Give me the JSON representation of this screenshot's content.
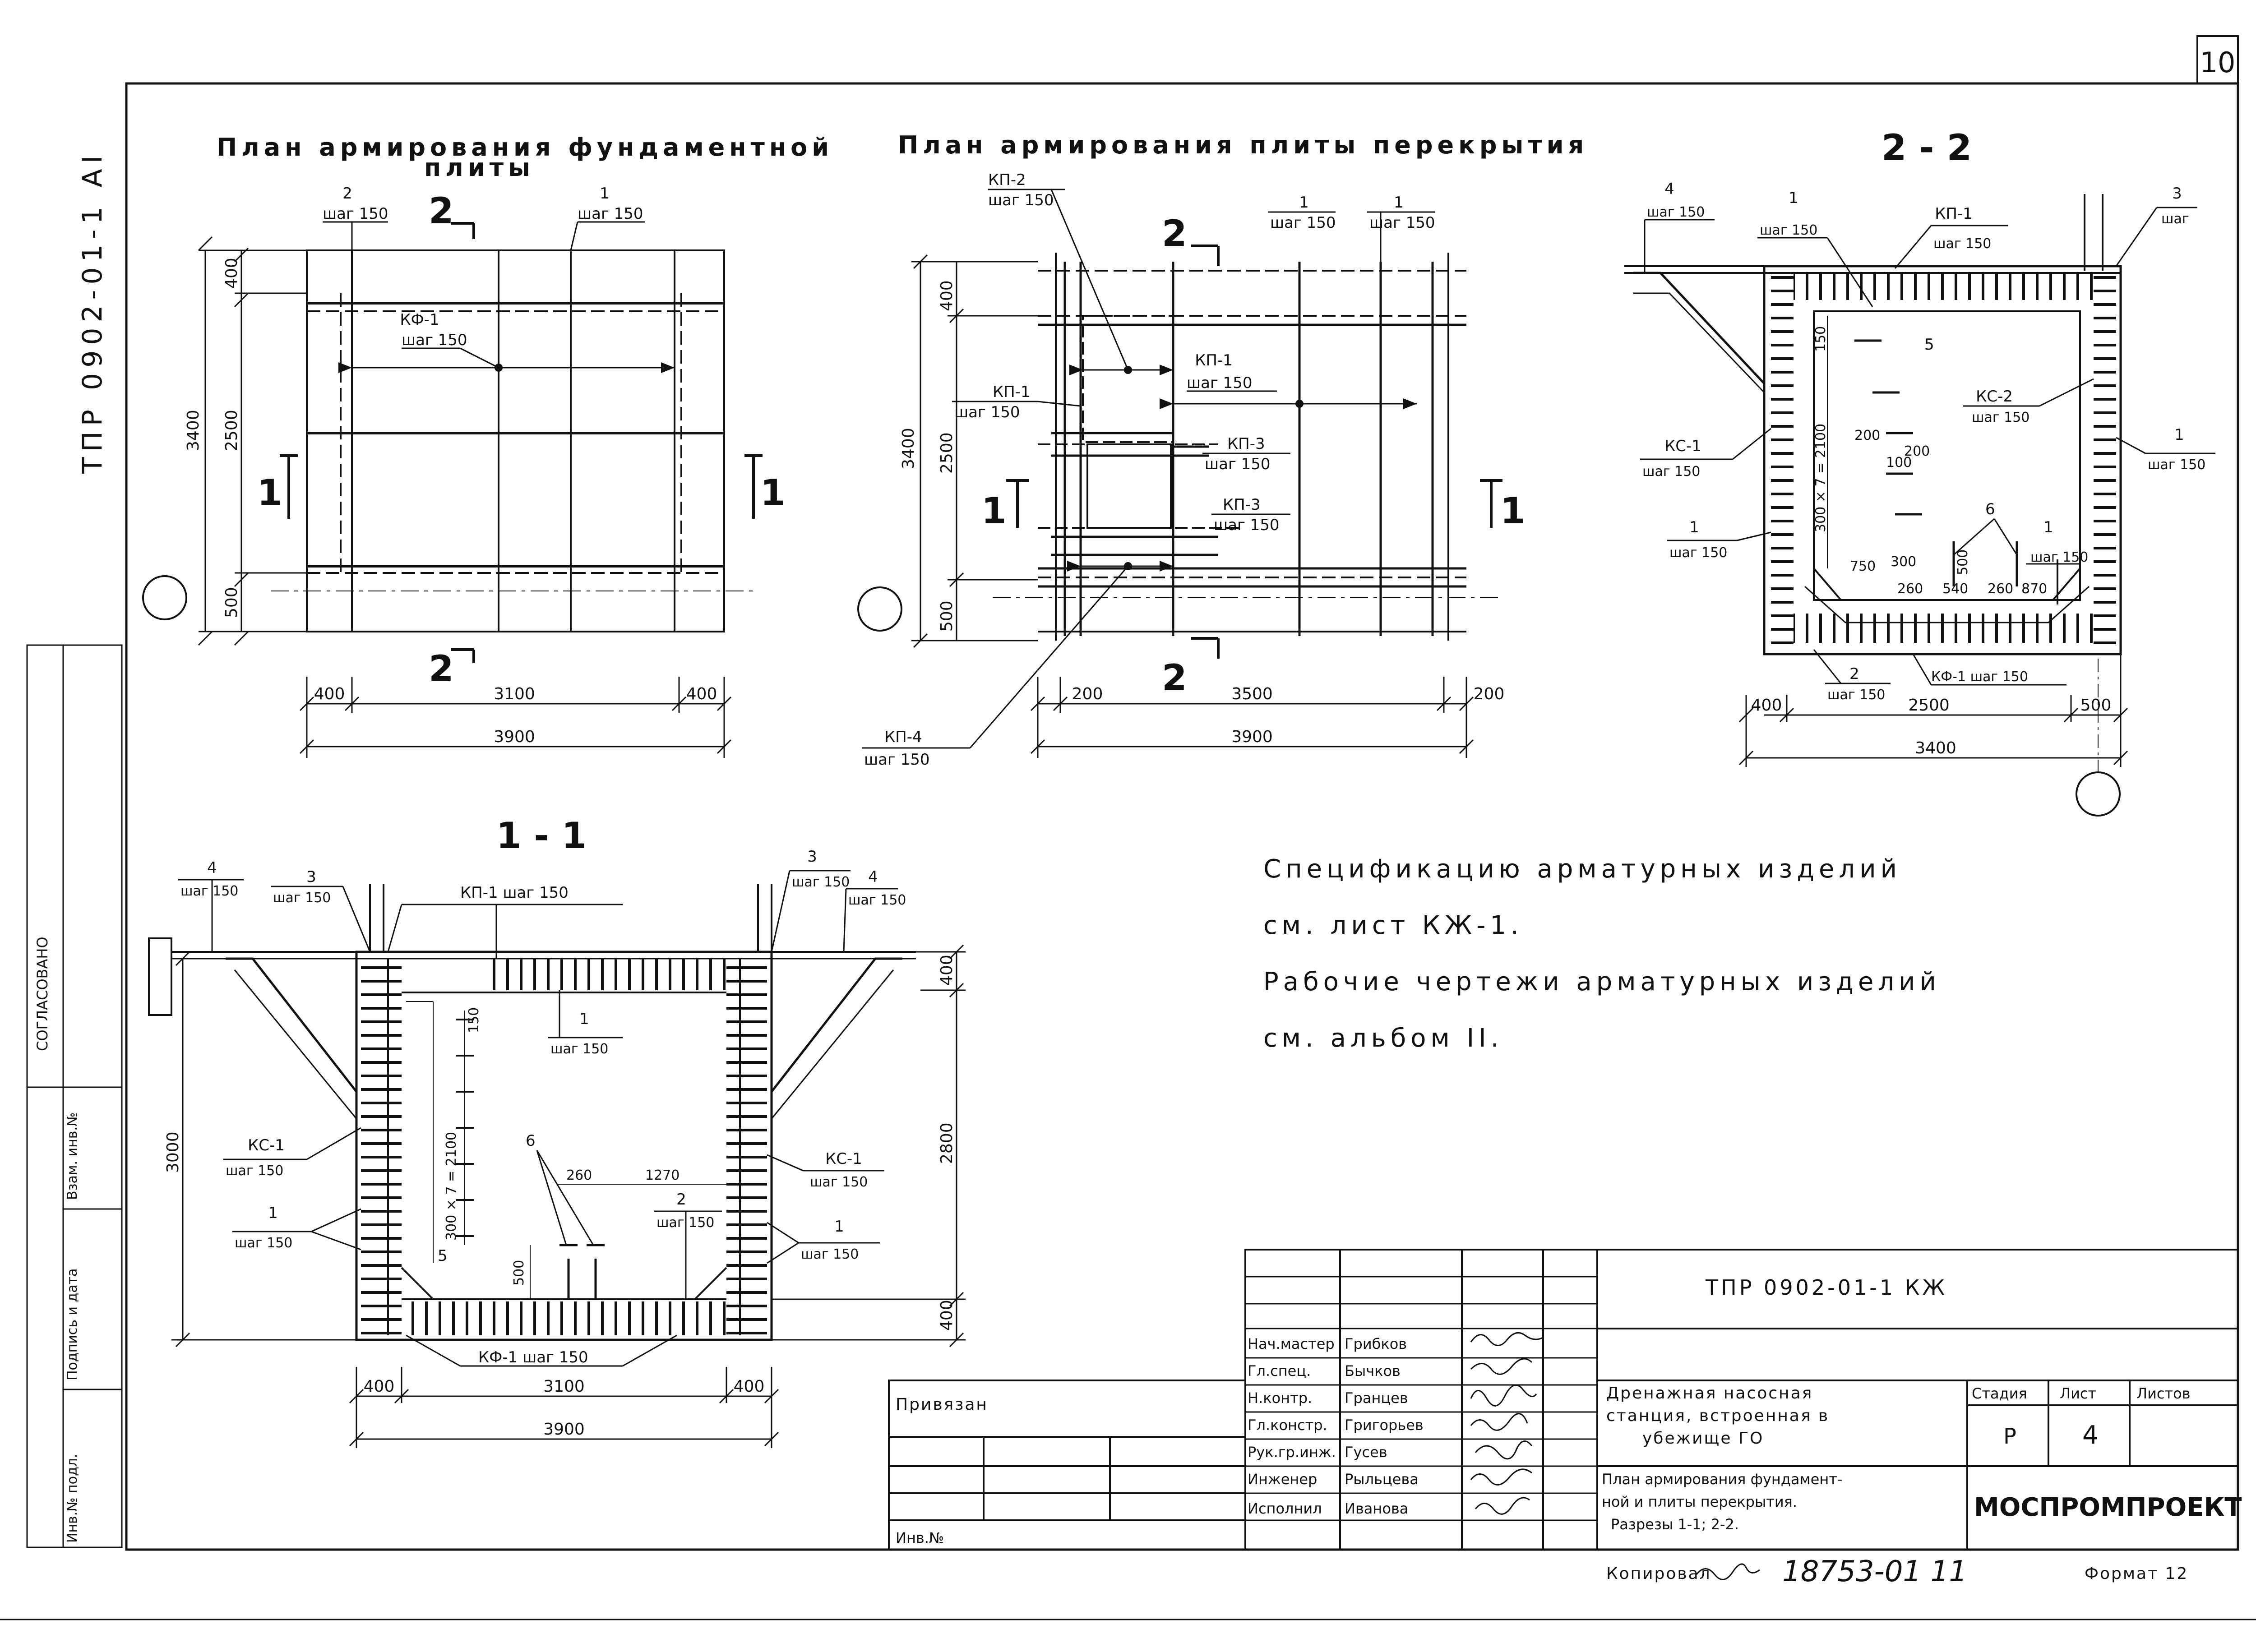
{
  "sheet_number": "10",
  "margin_code": "ТПР 0902-01-1 АI",
  "side_stamp": {
    "agreed": "СОГЛАСОВАНО",
    "col1": "Инв.№ подл.",
    "col2": "Подпись и дата",
    "col3": "Взам. инв.№"
  },
  "plans": {
    "foundation": {
      "title_line1": "План армирования фундаментной",
      "title_line2": "плиты",
      "labels": {
        "b2_num": "2",
        "b2_step": "шаг 150",
        "b1_num": "1",
        "b1_step": "шаг 150",
        "kf_name": "КФ-1",
        "kf_step": "шаг 150",
        "cut2": "2",
        "cut1": "1"
      },
      "dims": {
        "h_total": "3400",
        "h_top": "400",
        "h_mid": "2500",
        "h_bot": "500",
        "w_left": "400",
        "w_mid": "3100",
        "w_right": "400",
        "w_total": "3900"
      }
    },
    "slab": {
      "title": "План армирования плиты перекрытия",
      "labels": {
        "kp2_name": "КП-2",
        "kp2_step": "шаг 150",
        "b1a_num": "1",
        "b1a_step": "шаг 150",
        "b1b_num": "1",
        "b1b_step": "шаг 150",
        "kp1a_name": "КП-1",
        "kp1a_step": "шаг 150",
        "kp1b_name": "КП-1",
        "kp1b_step": "шаг 150",
        "kp3a_name": "КП-3",
        "kp3a_step": "шаг 150",
        "kp3b_name": "КП-3",
        "kp3b_step": "шаг 150",
        "kp4_name": "КП-4",
        "kp4_step": "шаг 150",
        "cut2": "2",
        "cut1": "1"
      },
      "dims": {
        "h_total": "3400",
        "h_top": "400",
        "h_mid": "2500",
        "h_bot": "500",
        "w_left": "200",
        "w_mid": "3500",
        "w_right": "200",
        "w_total": "3900"
      }
    }
  },
  "section_22": {
    "title": "2 - 2",
    "labels": {
      "b4_num": "4",
      "b4_step": "шаг 150",
      "b1a_num": "1",
      "b1a_step": "шаг 150",
      "kp1_name": "КП-1",
      "kp1_step": "шаг 150",
      "b3_num": "3",
      "b3_step": "шаг",
      "b5": "5",
      "kc2_name": "КС-2",
      "kc2_step": "шаг 150",
      "kc1_name": "КС-1",
      "kc1_step": "шаг 150",
      "b1b_num": "1",
      "b1b_step": "шаг 150",
      "b1c_num": "1",
      "b1c_step": "шаг 150",
      "b6": "6",
      "b1d_num": "1",
      "b1d_step": "шаг 150",
      "b2_num": "2",
      "b2_step": "шаг 150",
      "kf1": "КФ-1 шаг 150",
      "d150": "150",
      "d300x7": "300 × 7 = 2100",
      "d200a": "200",
      "d200b": "200",
      "d100": "100",
      "d750": "750",
      "d300": "300",
      "d500": "500",
      "d260a": "260",
      "d540": "540",
      "d260b": "260",
      "d870": "870"
    },
    "dims": {
      "w_left": "400",
      "w_mid": "2500",
      "w_right": "500",
      "w_total": "3400"
    }
  },
  "section_11": {
    "title": "1 - 1",
    "labels": {
      "b4l_num": "4",
      "b4l_step": "шаг 150",
      "b3l_num": "3",
      "b3l_step": "шаг 150",
      "kp1": "КП-1    шаг 150",
      "b3r_num": "3",
      "b3r_step": "шаг 150",
      "b4r_num": "4",
      "b4r_step": "шаг 150",
      "b1top_num": "1",
      "b1top_step": "шаг 150",
      "kc1l_name": "КС-1",
      "kc1l_step": "шаг 150",
      "kc1r_name": "КС-1",
      "kc1r_step": "шаг 150",
      "b1l_num": "1",
      "b1l_step": "шаг 150",
      "b1r_num": "1",
      "b1r_step": "шаг 150",
      "b6": "6",
      "b5": "5",
      "b2_num": "2",
      "b2_step": "шаг 150",
      "kf1": "КФ-1  шаг 150",
      "d150": "150",
      "d300x7": "300 × 7 = 2100",
      "d260": "260",
      "d1270": "1270",
      "d500": "500"
    },
    "dims": {
      "h_left": "3000",
      "h_r_top": "400",
      "h_r_mid": "2800",
      "h_r_bot": "400",
      "w_left": "400",
      "w_mid": "3100",
      "w_right": "400",
      "w_total": "3900"
    }
  },
  "notes": [
    "Спецификацию арматурных изделий",
    "см. лист КЖ-1.",
    "Рабочие чертежи арматурных изделий",
    "см. альбом II."
  ],
  "title_block": {
    "code": "ТПР 0902-01-1     КЖ",
    "privyazan": "Привязан",
    "inv": "Инв.№",
    "roles": [
      "Нач.мастер",
      "Гл.спец.",
      "Н.контр.",
      "Гл.констр.",
      "Рук.гр.инж.",
      "Инженер",
      "Исполнил"
    ],
    "names": [
      "Грибков",
      "Бычков",
      "Гранцев",
      "Григорьев",
      "Гусев",
      "Рыльцева",
      "Иванова"
    ],
    "project_line1": "Дренажная насосная",
    "project_line2": "станция, встроенная в",
    "project_line3": "убежище ГО",
    "sheet_title_line1": "План армирования фундамент-",
    "sheet_title_line2": "ной и плиты перекрытия.",
    "sheet_title_line3": "Разрезы 1-1; 2-2.",
    "stage_hdr": "Стадия",
    "sheet_hdr": "Лист",
    "sheets_hdr": "Листов",
    "stage": "Р",
    "sheet": "4",
    "sheets": "",
    "org": "МОСПРОМПРОЕКТ"
  },
  "footer": {
    "copied": "Копировал",
    "number": "18753-01  11",
    "format": "Формат 12"
  }
}
